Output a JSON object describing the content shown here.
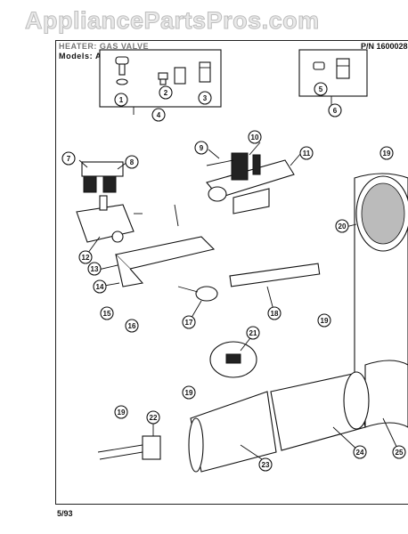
{
  "watermark": "AppliancePartsPros.com",
  "header": {
    "title": "HEATER: GAS VALVE",
    "part_number": "P/N 1600028",
    "models": "Models:   ALL LDG MODELS"
  },
  "footer": {
    "date": "5/93"
  },
  "callouts": [
    "1",
    "2",
    "3",
    "4",
    "5",
    "6",
    "7",
    "8",
    "9",
    "10",
    "11",
    "12",
    "13",
    "14",
    "15",
    "16",
    "17",
    "18",
    "19",
    "19",
    "19",
    "19",
    "20",
    "21",
    "22",
    "23",
    "24",
    "25"
  ]
}
